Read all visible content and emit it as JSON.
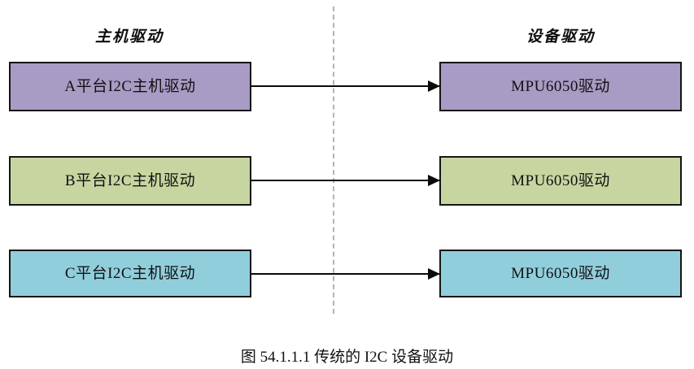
{
  "figure": {
    "caption": "图 54.1.1.1  传统的 I2C 设备驱动",
    "columns": {
      "left_heading": "主机驱动",
      "right_heading": "设备驱动"
    },
    "divider": {
      "style": "dashed",
      "color": "#b3b3b3"
    },
    "colors": {
      "purple": "#a89bc4",
      "green": "#c7d6a0",
      "blue": "#91cedc",
      "stroke": "#151515",
      "arrow": "#0a0a0a",
      "background": "#ffffff"
    },
    "rows": [
      {
        "color_name": "purple",
        "left_box": "A平台I2C主机驱动",
        "right_box": "MPU6050驱动",
        "connector": "arrow-right"
      },
      {
        "color_name": "green",
        "left_box": "B平台I2C主机驱动",
        "right_box": "MPU6050驱动",
        "connector": "arrow-right"
      },
      {
        "color_name": "blue",
        "left_box": "C平台I2C主机驱动",
        "right_box": "MPU6050驱动",
        "connector": "arrow-right"
      }
    ]
  }
}
